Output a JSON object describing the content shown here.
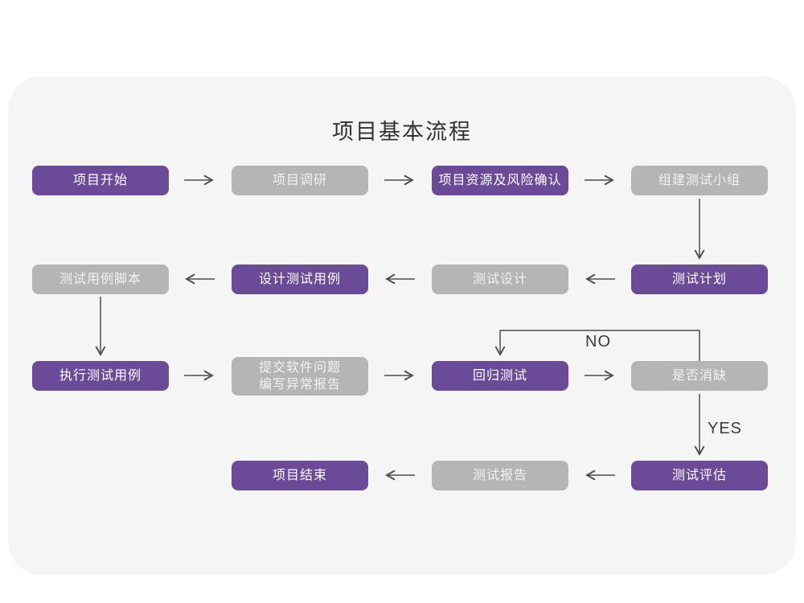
{
  "title": "项目基本流程",
  "labels": {
    "no": "NO",
    "yes": "YES"
  },
  "colors": {
    "accent_purple": "#6b4b97",
    "node_gray": "#b5b5b5",
    "node_text_on_purple": "#ffffff",
    "node_text_on_gray": "#f2f2f2",
    "card_bg": "#f5f5f6",
    "page_bg": "#ffffff",
    "arrow": "#4d4d4d",
    "title_text": "#333333"
  },
  "nodes": [
    {
      "label": "项目开始",
      "type": "purple"
    },
    {
      "label": "项目调研",
      "type": "gray"
    },
    {
      "label": "项目资源及风险确认",
      "type": "purple"
    },
    {
      "label": "组建测试小组",
      "type": "gray"
    },
    {
      "label": "测试计划",
      "type": "purple"
    },
    {
      "label": "测试设计",
      "type": "gray"
    },
    {
      "label": "设计测试用例",
      "type": "purple"
    },
    {
      "label": "测试用例脚本",
      "type": "gray"
    },
    {
      "label": "执行测试用例",
      "type": "purple"
    },
    {
      "label": "提交软件问题\n编写异常报告",
      "type": "gray"
    },
    {
      "label": "回归测试",
      "type": "purple"
    },
    {
      "label": "是否消缺",
      "type": "gray"
    },
    {
      "label": "测试评估",
      "type": "purple"
    },
    {
      "label": "测试报告",
      "type": "gray"
    },
    {
      "label": "项目结束",
      "type": "purple"
    }
  ]
}
